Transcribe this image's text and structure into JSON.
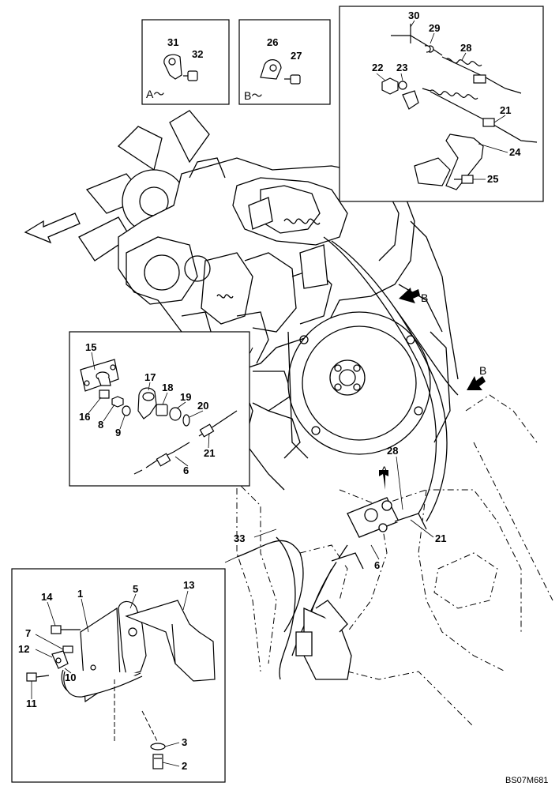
{
  "view_labels": {
    "a": "A",
    "b": "B",
    "a_tilde": "A～",
    "b_tilde": "B～"
  },
  "callouts": {
    "c1": "1",
    "c2": "2",
    "c3": "3",
    "c5": "5",
    "c6a": "6",
    "c6b": "6",
    "c7": "7",
    "c8": "8",
    "c9": "9",
    "c10": "10",
    "c11": "11",
    "c12": "12",
    "c13": "13",
    "c14": "14",
    "c15": "15",
    "c16": "16",
    "c17": "17",
    "c18": "18",
    "c19": "19",
    "c20": "20",
    "c21a": "21",
    "c21b": "21",
    "c21c": "21",
    "c22": "22",
    "c23": "23",
    "c24": "24",
    "c25": "25",
    "c26": "26",
    "c27": "27",
    "c28a": "28",
    "c28b": "28",
    "c29": "29",
    "c30": "30",
    "c31": "31",
    "c32": "32",
    "c33": "33"
  },
  "drawing_code": "BS07M681"
}
